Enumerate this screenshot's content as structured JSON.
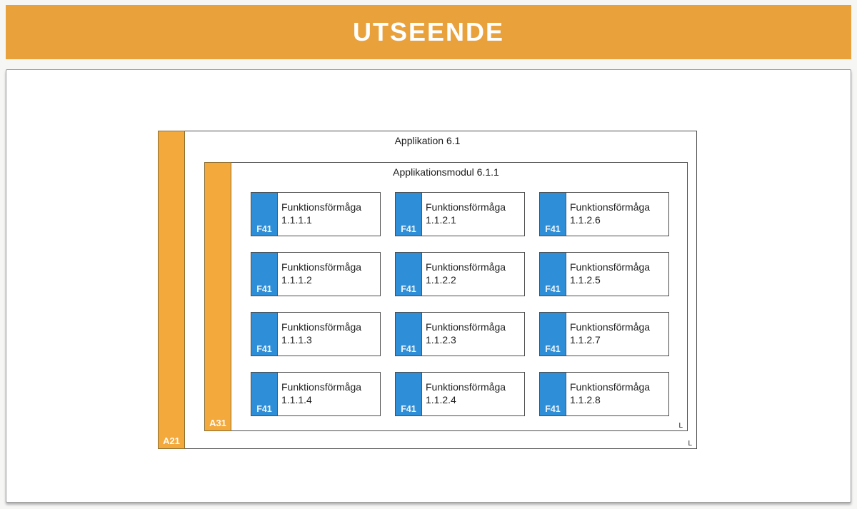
{
  "header": {
    "title": "UTSEENDE"
  },
  "colors": {
    "header_orange": "#E9A13C",
    "bar_orange": "#F3A93B",
    "bar_border": "#8A6D34",
    "blue": "#2E8FD8",
    "box_border": "#4D4D4D"
  },
  "diagram": {
    "outer": {
      "title": "Applikation 6.1",
      "badge": "A21",
      "corner_letter": "L"
    },
    "inner": {
      "title": "Applikationsmodul 6.1.1",
      "badge": "A31",
      "corner_letter": "L"
    },
    "cells": [
      {
        "badge": "F41",
        "name": "Funktionsförmåga",
        "id": "1.1.1.1"
      },
      {
        "badge": "F41",
        "name": "Funktionsförmåga",
        "id": "1.1.2.1"
      },
      {
        "badge": "F41",
        "name": "Funktionsförmåga",
        "id": "1.1.2.6"
      },
      {
        "badge": "F41",
        "name": "Funktionsförmåga",
        "id": "1.1.1.2"
      },
      {
        "badge": "F41",
        "name": "Funktionsförmåga",
        "id": "1.1.2.2"
      },
      {
        "badge": "F41",
        "name": "Funktionsförmåga",
        "id": "1.1.2.5"
      },
      {
        "badge": "F41",
        "name": "Funktionsförmåga",
        "id": "1.1.1.3"
      },
      {
        "badge": "F41",
        "name": "Funktionsförmåga",
        "id": "1.1.2.3"
      },
      {
        "badge": "F41",
        "name": "Funktionsförmåga",
        "id": "1.1.2.7"
      },
      {
        "badge": "F41",
        "name": "Funktionsförmåga",
        "id": "1.1.1.4"
      },
      {
        "badge": "F41",
        "name": "Funktionsförmåga",
        "id": "1.1.2.4"
      },
      {
        "badge": "F41",
        "name": "Funktionsförmåga",
        "id": "1.1.2.8"
      }
    ]
  }
}
